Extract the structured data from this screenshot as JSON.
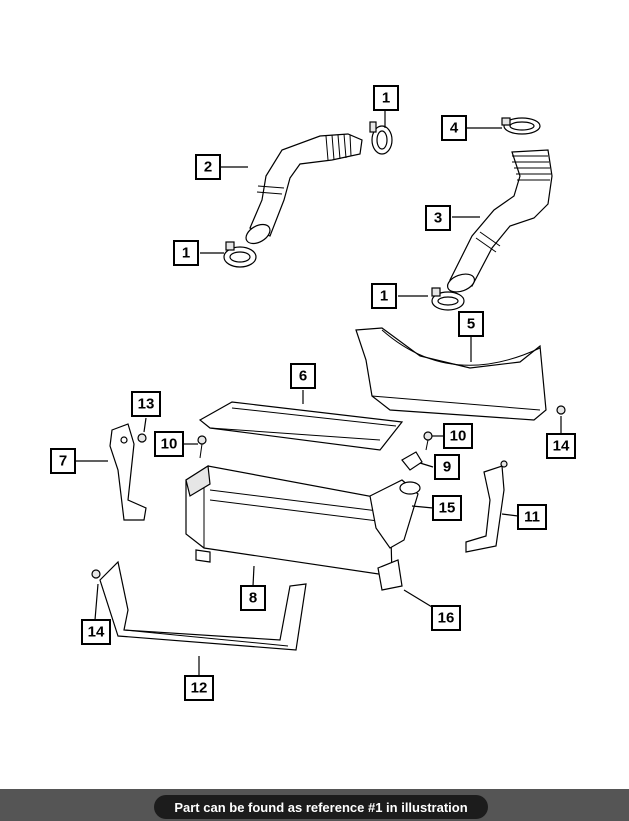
{
  "callouts": [
    {
      "id": "c1a",
      "label": "1"
    },
    {
      "id": "c1b",
      "label": "1"
    },
    {
      "id": "c1c",
      "label": "1"
    },
    {
      "id": "c2",
      "label": "2"
    },
    {
      "id": "c3",
      "label": "3"
    },
    {
      "id": "c4",
      "label": "4"
    },
    {
      "id": "c5",
      "label": "5"
    },
    {
      "id": "c6",
      "label": "6"
    },
    {
      "id": "c7",
      "label": "7"
    },
    {
      "id": "c8",
      "label": "8"
    },
    {
      "id": "c9",
      "label": "9"
    },
    {
      "id": "c10a",
      "label": "10"
    },
    {
      "id": "c10b",
      "label": "10"
    },
    {
      "id": "c11",
      "label": "11"
    },
    {
      "id": "c12",
      "label": "12"
    },
    {
      "id": "c13",
      "label": "13"
    },
    {
      "id": "c14a",
      "label": "14"
    },
    {
      "id": "c14b",
      "label": "14"
    },
    {
      "id": "c15",
      "label": "15"
    },
    {
      "id": "c16",
      "label": "16"
    }
  ],
  "footer": {
    "message": "Part can be found as reference #1 in illustration",
    "bar_color": "#555555",
    "pill_color": "#1c1c1c"
  }
}
